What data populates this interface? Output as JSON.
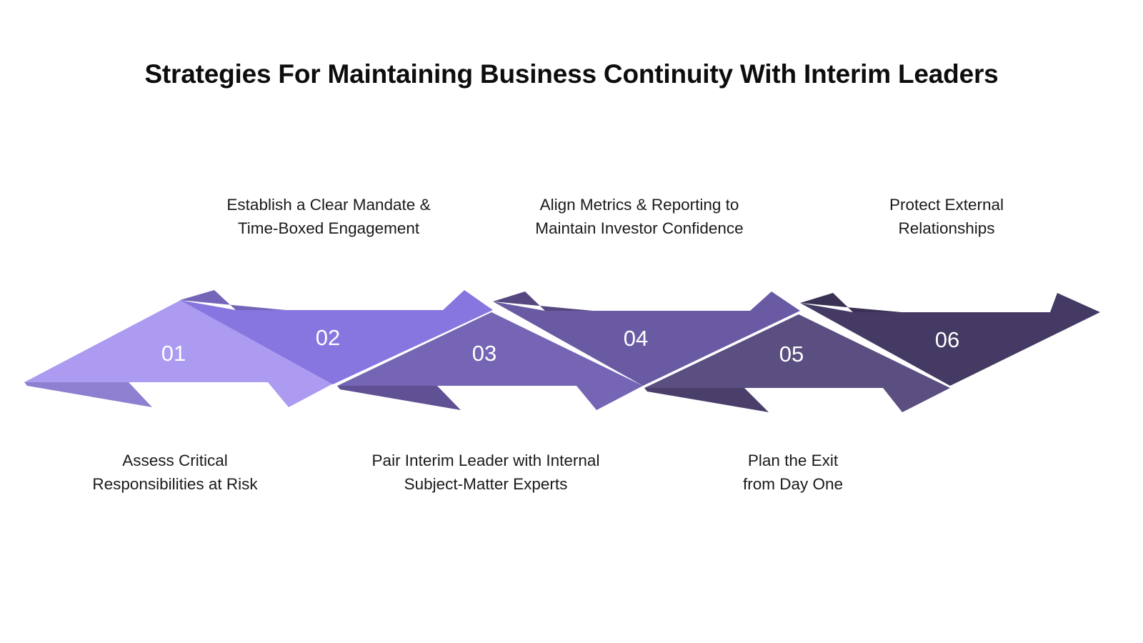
{
  "title": "Strategies For Maintaining Business Continuity With Interim Leaders",
  "palette": {
    "background": "#ffffff",
    "title_color": "#0d0d0d",
    "caption_color": "#1a1a1a",
    "number_color": "#ffffff"
  },
  "steps": [
    {
      "number": "01",
      "label": "Assess Critical\nResponsibilities at Risk",
      "label_line1": "Assess Critical",
      "label_line2": "Responsibilities at Risk",
      "label_position": "bottom",
      "body_color": "#ac9bf0",
      "tail_color": "#8f7fd0"
    },
    {
      "number": "02",
      "label": "Establish a Clear Mandate &\nTime-Boxed Engagement",
      "label_line1": "Establish a Clear Mandate &",
      "label_line2": "Time-Boxed Engagement",
      "label_position": "top",
      "body_color": "#8776e0",
      "tail_color": "#7565b8"
    },
    {
      "number": "03",
      "label": "Pair Interim Leader with Internal\nSubject-Matter Experts",
      "label_line1": "Pair Interim Leader with Internal",
      "label_line2": "Subject-Matter Experts",
      "label_position": "bottom",
      "body_color": "#7565b4",
      "tail_color": "#5f5193"
    },
    {
      "number": "04",
      "label": "Align Metrics & Reporting to\nMaintain Investor Confidence",
      "label_line1": "Align Metrics & Reporting to",
      "label_line2": "Maintain Investor Confidence",
      "label_position": "top",
      "body_color": "#6a5aa4",
      "tail_color": "#564780"
    },
    {
      "number": "05",
      "label": "Plan the Exit\nfrom Day One",
      "label_line1": "Plan the Exit",
      "label_line2": "from Day One",
      "label_position": "bottom",
      "body_color": "#5b4e80",
      "tail_color": "#4a3f6b"
    },
    {
      "number": "06",
      "label": "Protect External\nRelationships",
      "label_line1": "Protect External",
      "label_line2": "Relationships",
      "label_position": "top",
      "body_color": "#443a63",
      "tail_color": "#3a3154"
    }
  ],
  "chart_data": {
    "type": "diagram",
    "subtype": "zigzag-arrow-process",
    "title": "Strategies For Maintaining Business Continuity With Interim Leaders",
    "step_count": 6,
    "orientation": "horizontal-left-to-right",
    "categories": [
      "01",
      "02",
      "03",
      "04",
      "05",
      "06"
    ],
    "values": [
      "Assess Critical Responsibilities at Risk",
      "Establish a Clear Mandate & Time-Boxed Engagement",
      "Pair Interim Leader with Internal Subject-Matter Experts",
      "Align Metrics & Reporting to Maintain Investor Confidence",
      "Plan the Exit from Day One",
      "Protect External Relationships"
    ],
    "colors": [
      "#ac9bf0",
      "#8776e0",
      "#7565b4",
      "#6a5aa4",
      "#5b4e80",
      "#443a63"
    ],
    "label_sides": [
      "bottom",
      "top",
      "bottom",
      "top",
      "bottom",
      "top"
    ],
    "legend": "none",
    "grid": false
  }
}
